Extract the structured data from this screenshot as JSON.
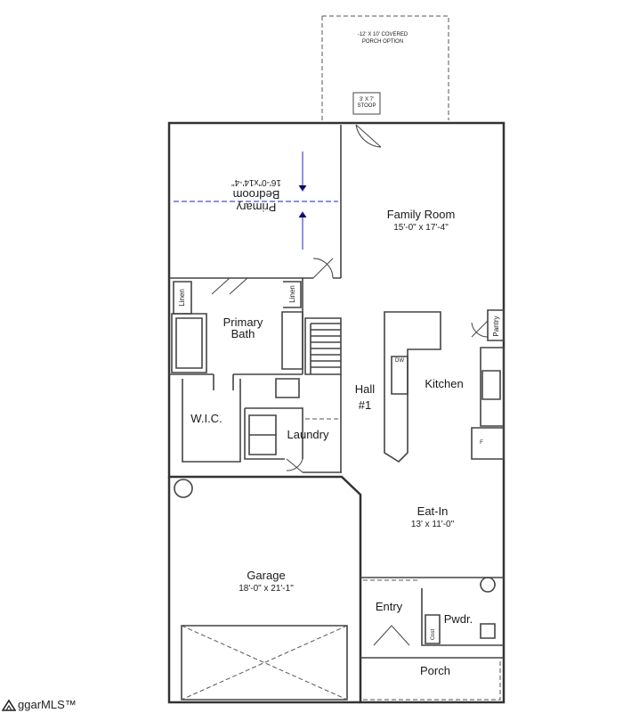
{
  "porch_option": {
    "line1": "-12' X 10' COVERED",
    "line2": "PORCH OPTION"
  },
  "stoop": {
    "line1": "3' X 7'",
    "line2": "STOOP"
  },
  "rooms": {
    "primary_bedroom": {
      "line1": "Primary",
      "line2": "Bedroom",
      "dims": "16'-0\"x14'-4\""
    },
    "family_room": {
      "name": "Family Room",
      "dims": "15'-0\" x 17'-4\""
    },
    "linen_left": "Linen",
    "linen_right": "Linen",
    "primary_bath": {
      "line1": "Primary",
      "line2": "Bath"
    },
    "pantry": "Pantry",
    "hall": {
      "line1": "Hall",
      "line2": "#1"
    },
    "kitchen": "Kitchen",
    "dw": "DW",
    "fridge": "F",
    "wic": "W.I.C.",
    "laundry": "Laundry",
    "eat_in": {
      "name": "Eat-In",
      "dims": "13' x 11'-0\""
    },
    "garage": {
      "name": "Garage",
      "dims": "18'-0\" x 21'-1\""
    },
    "entry": "Entry",
    "closet": "Cost",
    "powder": "Pwdr.",
    "porch": "Porch"
  },
  "watermark": "ggarMLS™"
}
